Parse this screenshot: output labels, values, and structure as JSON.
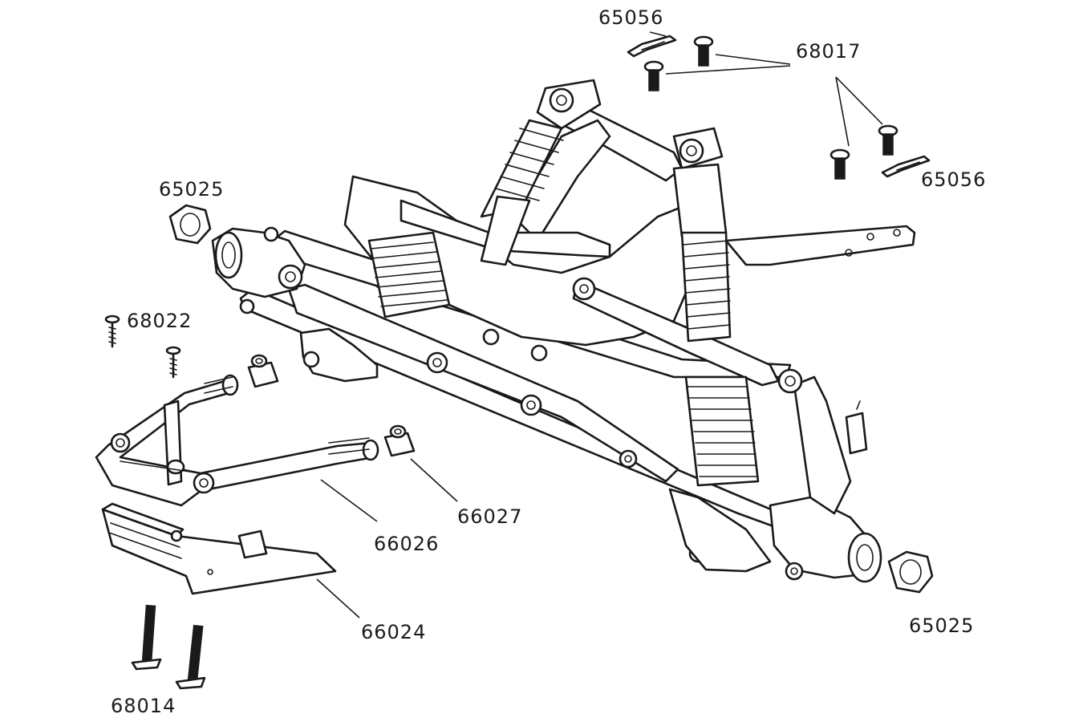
{
  "part_labels": {
    "hinge_pin_clip_top": "65056",
    "hinge_pin_clip_right": "65056",
    "shock_screws": "68017",
    "wheel_nut_left": "65025",
    "wheel_nut_right": "65025",
    "bumper_screw": "68022",
    "bumper_brace": "66026",
    "bumper_brace_collar": "66027",
    "skid_plate": "66024",
    "skid_plate_screws": "68014"
  }
}
